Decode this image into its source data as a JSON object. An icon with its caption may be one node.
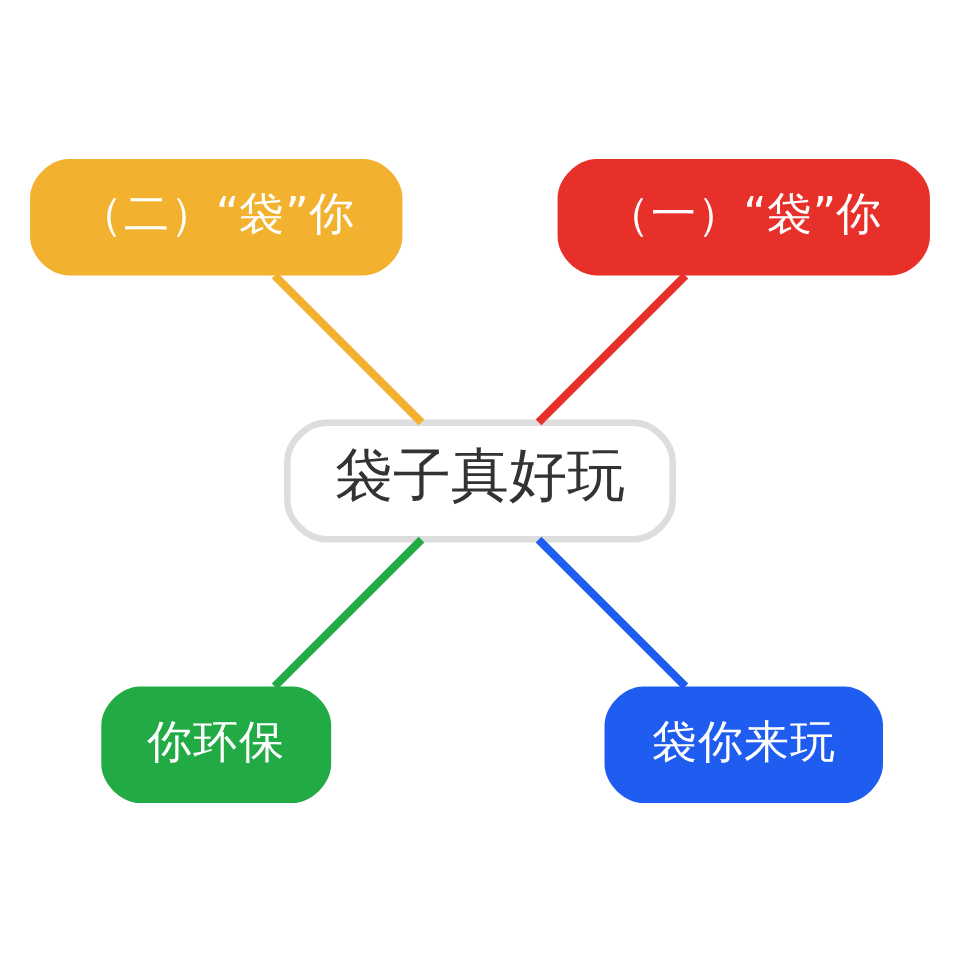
{
  "diagram": {
    "nodes": [
      {
        "text": [
          "袋子真好玩"
        ]
      },
      {
        "text": [
          "（一）“袋”你"
        ]
      },
      {
        "text": [
          "（二）“袋”你"
        ]
      },
      {
        "text": [
          "你环保"
        ]
      },
      {
        "text": [
          "袋你来玩"
        ]
      }
    ],
    "edges": [
      {
        "from": 0,
        "to": 1,
        "arrow": "none",
        "color": "#e8302a"
      },
      {
        "from": 0,
        "to": 2,
        "arrow": "none",
        "color": "#f2b12e"
      },
      {
        "from": 0,
        "to": 3,
        "arrow": "none",
        "color": "#22aa44"
      },
      {
        "from": 0,
        "to": 4,
        "arrow": "none",
        "color": "#1f5cf0"
      }
    ]
  }
}
